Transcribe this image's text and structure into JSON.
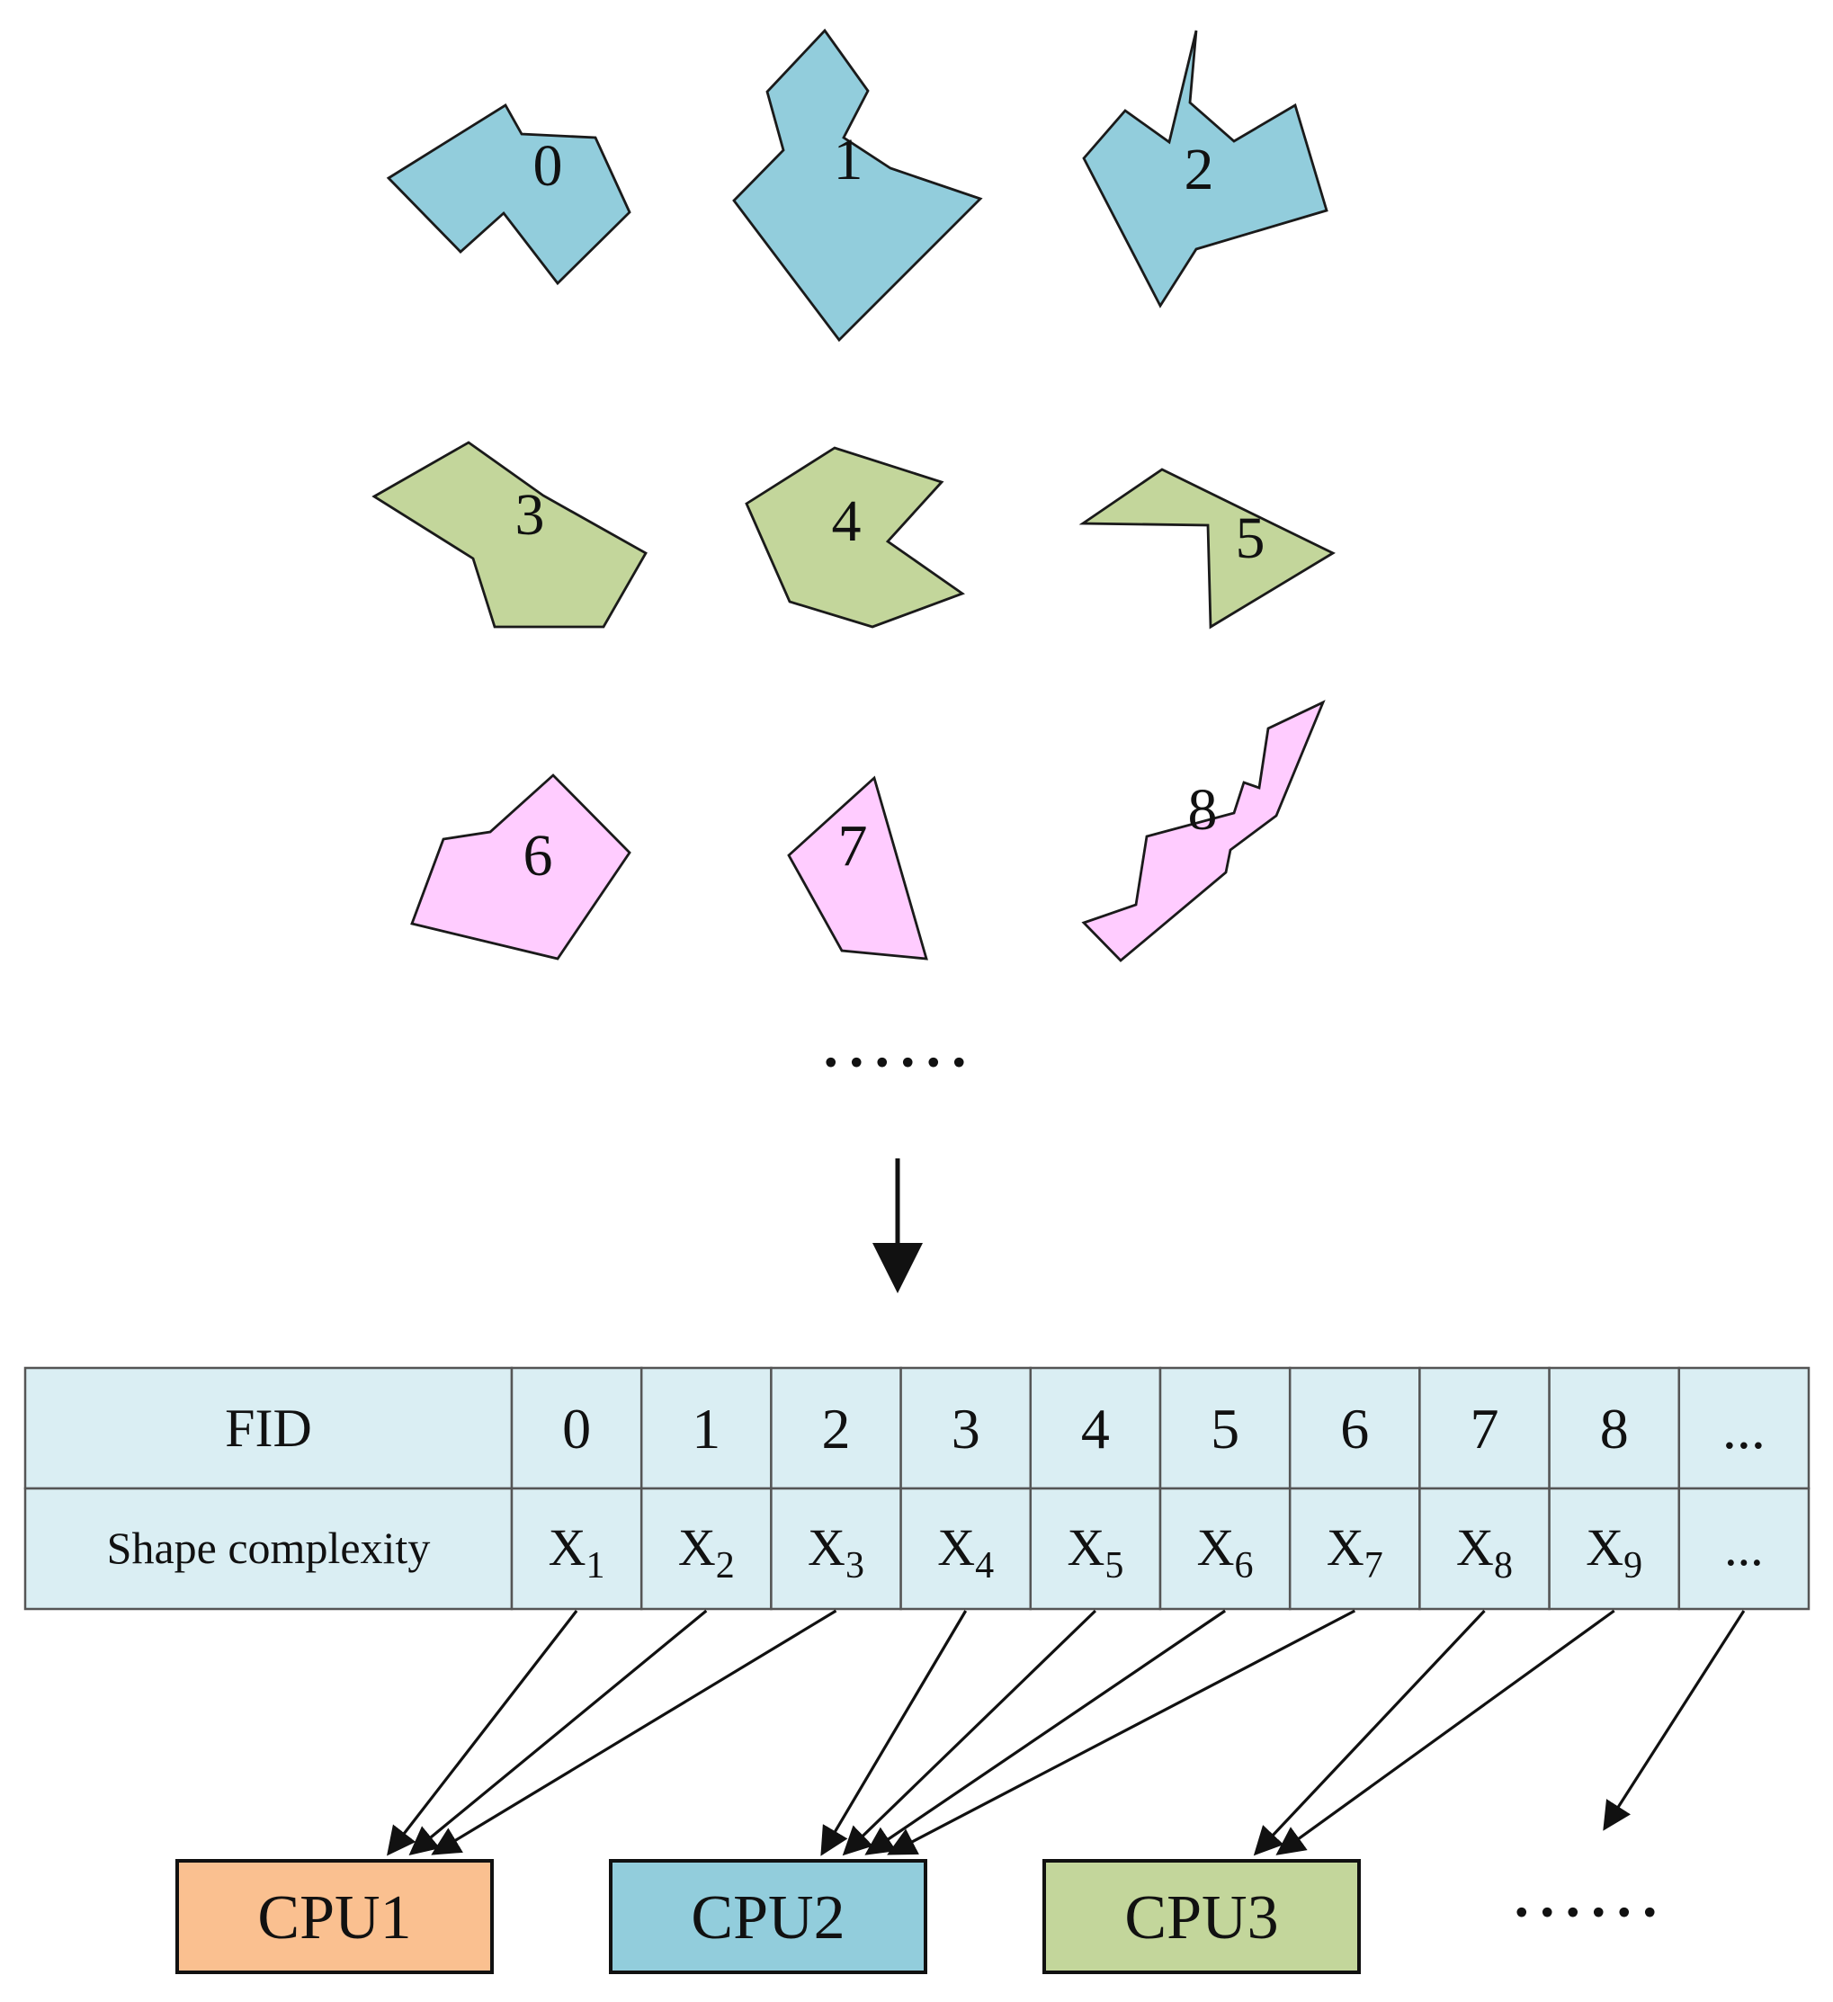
{
  "shapes": [
    {
      "label": "0",
      "color": "#92cddc"
    },
    {
      "label": "1",
      "color": "#92cddc"
    },
    {
      "label": "2",
      "color": "#92cddc"
    },
    {
      "label": "3",
      "color": "#c3d69b"
    },
    {
      "label": "4",
      "color": "#c3d69b"
    },
    {
      "label": "5",
      "color": "#c3d69b"
    },
    {
      "label": "6",
      "color": "#ffccff"
    },
    {
      "label": "7",
      "color": "#ffccff"
    },
    {
      "label": "8",
      "color": "#ffccff"
    }
  ],
  "shapes_ellipsis": "......",
  "table": {
    "row_headers": [
      "FID",
      "Shape complexity"
    ],
    "fid_values": [
      "0",
      "1",
      "2",
      "3",
      "4",
      "5",
      "6",
      "7",
      "8",
      "..."
    ],
    "complexity_values": [
      {
        "base": "X",
        "sub": "1"
      },
      {
        "base": "X",
        "sub": "2"
      },
      {
        "base": "X",
        "sub": "3"
      },
      {
        "base": "X",
        "sub": "4"
      },
      {
        "base": "X",
        "sub": "5"
      },
      {
        "base": "X",
        "sub": "6"
      },
      {
        "base": "X",
        "sub": "7"
      },
      {
        "base": "X",
        "sub": "8"
      },
      {
        "base": "X",
        "sub": "9"
      },
      {
        "base": "...",
        "sub": ""
      }
    ],
    "cell_color": "#daeef3"
  },
  "cpus": [
    {
      "label": "CPU1",
      "color": "#fac090"
    },
    {
      "label": "CPU2",
      "color": "#92cddc"
    },
    {
      "label": "CPU3",
      "color": "#c3d69b"
    }
  ],
  "cpu_ellipsis": "......",
  "assignment": [
    0,
    0,
    0,
    1,
    1,
    1,
    1,
    2,
    2,
    3
  ]
}
